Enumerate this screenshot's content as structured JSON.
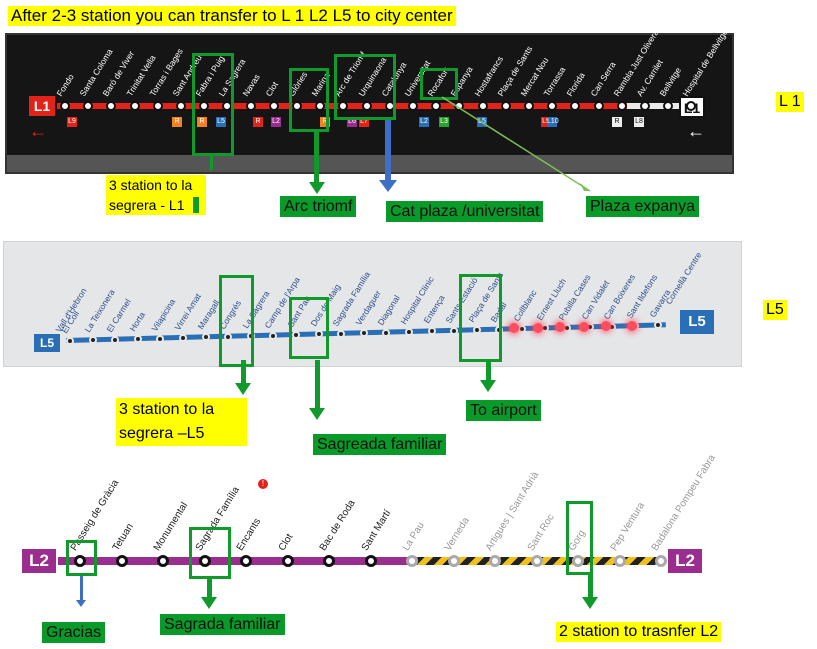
{
  "header": "After 2-3 station  you can transfer to L 1 L2 L5 to city center",
  "l1": {
    "side_label": "L 1",
    "badge": "L1",
    "end_badge": "L1",
    "stations": [
      "Fondo",
      "Santa Coloma",
      "Baró de Viver",
      "Trinitat Vella",
      "Torras i Bages",
      "Sant Andreu",
      "Fabra i Puig",
      "La Sagrera",
      "Navas",
      "Clot",
      "Glòries",
      "Marina",
      "Arc de Triomf",
      "Urquinaona",
      "Catalunya",
      "Universitat",
      "Rocafort",
      "Espanya",
      "Hostafrancs",
      "Plaça de Sants",
      "Mercat Nou",
      "Torrassa",
      "Florida",
      "Can Serra",
      "Rambla Just Oliveras",
      "Av. Carrilet",
      "Bellvitge",
      "Hospital de Bellvitge"
    ],
    "callouts": {
      "sagrera": "3 station to  la segrera - L1",
      "arc": "Arc  triomf",
      "cat": "Cat plaza /universitat",
      "espanya": "Plaza expanya"
    }
  },
  "l5": {
    "side_label": "L5",
    "badge": "L5",
    "end_badge": "L5",
    "terminus_start": "Vall d'Hebron",
    "terminus_end": "Cornellà Centre",
    "stations": [
      "El Coll",
      "La Teixonera",
      "El Carmel",
      "Horta",
      "Vilapicina",
      "Virrei Amat",
      "Maragall",
      "Congrés",
      "La Sagrera",
      "Camp de l'Arpa",
      "Sant Pau",
      "Dos de Maig",
      "Sagrada Família",
      "Verdaguer",
      "Diagonal",
      "Hospital Clínic",
      "Entença",
      "Sants Estació",
      "Plaça de Sants",
      "Badal",
      "Collblanc",
      "Ernest Lluch",
      "Pubilla Cases",
      "Can Vidalet",
      "Can Boixeres",
      "Sant Ildefons",
      "Gavarra"
    ],
    "callouts": {
      "sagrera": "3 station to la segrera –L5",
      "familia": "Sagreada familiar",
      "airport": "To airport"
    }
  },
  "l2": {
    "badge": "L2",
    "end_badge": "L2",
    "stations": [
      "Passeig de Gràcia",
      "Tetuan",
      "Monumental",
      "Sagrada Família",
      "Encants",
      "Clot",
      "Bac de Roda",
      "Sant Martí",
      "La Pau",
      "Verneda",
      "Artigues | Sant Adrià",
      "Sant Roc",
      "Gorg",
      "Pep Ventura",
      "Badalona Pompeu Fabra"
    ],
    "callouts": {
      "gracia": "Gracias",
      "familia": "Sagrada familiar",
      "transfer": "2 station to trasnfer L2"
    }
  },
  "colors": {
    "l1": "#e2231a",
    "l5": "#2a6fb5",
    "l2": "#9b2d8e",
    "callout_green": "#0a9a2a",
    "highlight": "#ffff00"
  }
}
